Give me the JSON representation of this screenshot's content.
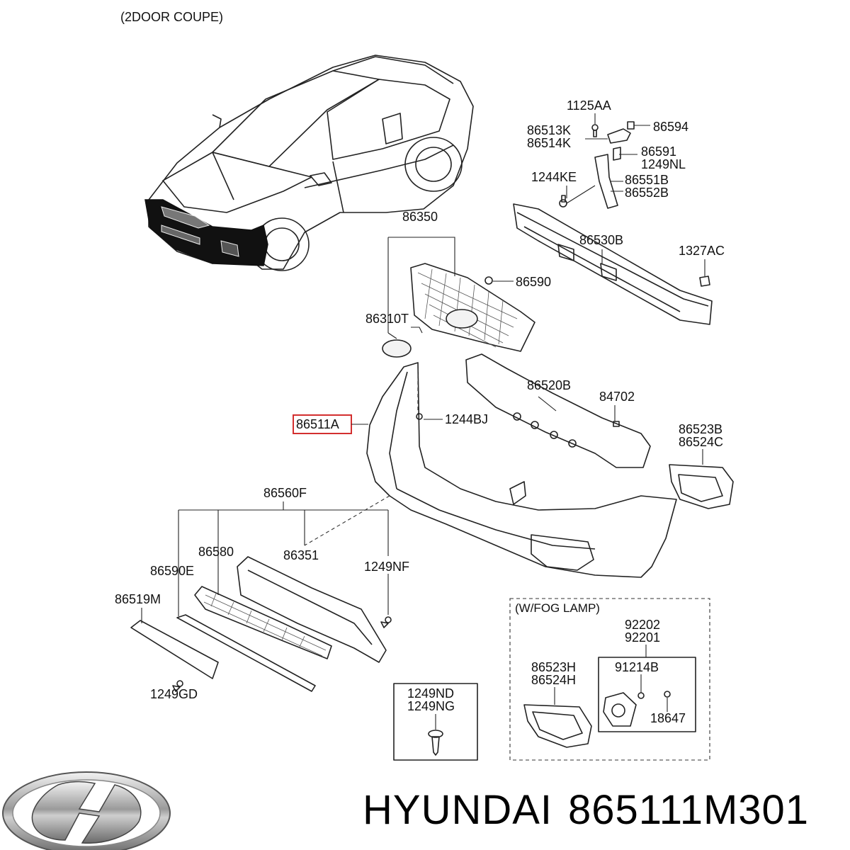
{
  "header": {
    "variant_label": "(2DOOR COUPE)"
  },
  "fog_lamp_box": {
    "title": "(W/FOG LAMP)"
  },
  "part_labels": {
    "p1125AA": "1125AA",
    "p86594": "86594",
    "p86513K": "86513K",
    "p86514K": "86514K",
    "p86591": "86591",
    "p1249NL": "1249NL",
    "p1244KE": "1244KE",
    "p86551B": "86551B",
    "p86552B": "86552B",
    "p86350": "86350",
    "p86530B": "86530B",
    "p1327AC": "1327AC",
    "p86590": "86590",
    "p86310T": "86310T",
    "p86520B": "86520B",
    "p84702": "84702",
    "p86511A": "86511A",
    "p1244BJ": "1244BJ",
    "p86523B": "86523B",
    "p86524C": "86524C",
    "p86560F": "86560F",
    "p86580": "86580",
    "p86351": "86351",
    "p86590E": "86590E",
    "p1249NF": "1249NF",
    "p86519M": "86519M",
    "p1249GD": "1249GD",
    "p1249ND": "1249ND",
    "p1249NG": "1249NG",
    "p92202": "92202",
    "p92201": "92201",
    "p91214B": "91214B",
    "p86523H": "86523H",
    "p86524H": "86524H",
    "p18647": "18647"
  },
  "highlighted_part": "86511A",
  "highlight_color": "#d32f2f",
  "brand": {
    "name": "HYUNDAI",
    "part_number": "865111M301",
    "logo_icon": "hyundai-logo-icon"
  }
}
